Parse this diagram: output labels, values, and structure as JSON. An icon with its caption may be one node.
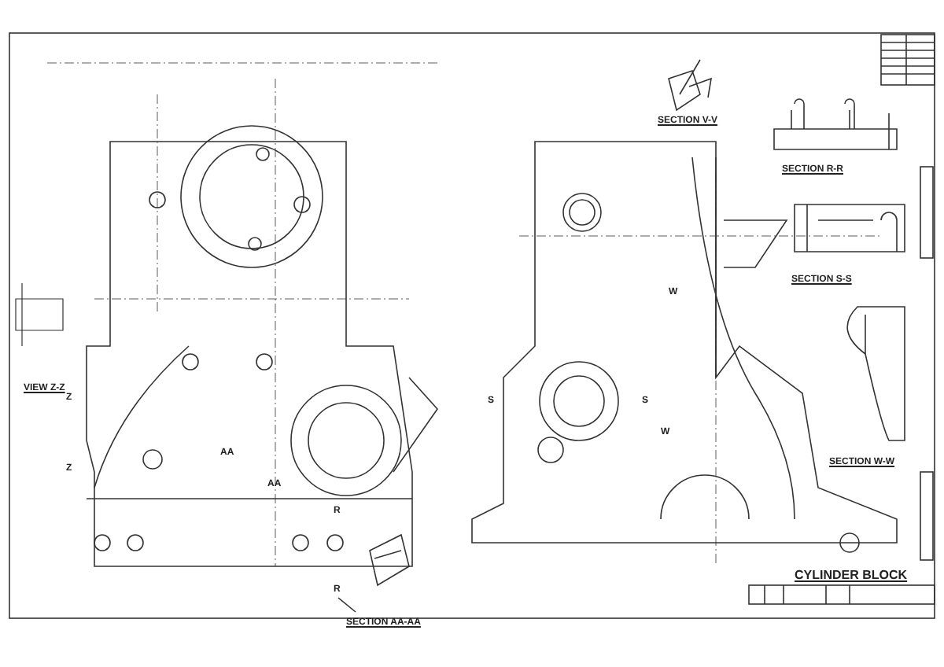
{
  "diagram": {
    "title": "CYLINDER BLOCK",
    "labels": [
      "SECTION V-V",
      "SECTION R-R",
      "SECTION S-S",
      "SECTION W-W",
      "VIEW Z-Z",
      "SECTION AA-AA",
      "Z",
      "Z",
      "AA",
      "AA",
      "R",
      "R",
      "S",
      "S",
      "W",
      "W"
    ]
  }
}
